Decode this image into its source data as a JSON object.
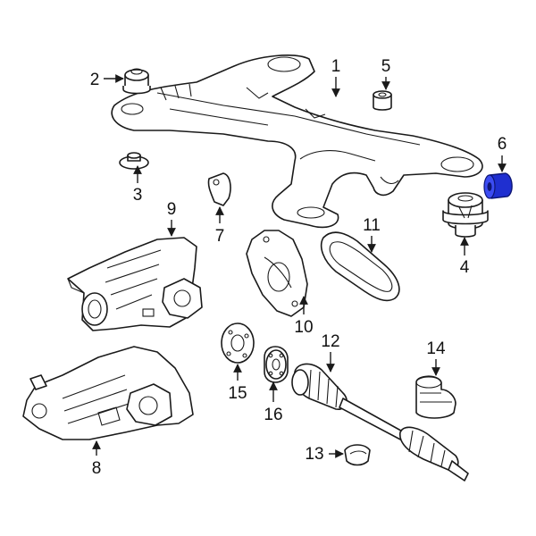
{
  "diagram": {
    "highlight_color": "#1f2fd0",
    "highlighted_part": "6",
    "callouts": {
      "c1": "1",
      "c2": "2",
      "c3": "3",
      "c4": "4",
      "c5": "5",
      "c6": "6",
      "c7": "7",
      "c8": "8",
      "c9": "9",
      "c10": "10",
      "c11": "11",
      "c12": "12",
      "c13": "13",
      "c14": "14",
      "c15": "15",
      "c16": "16"
    }
  }
}
